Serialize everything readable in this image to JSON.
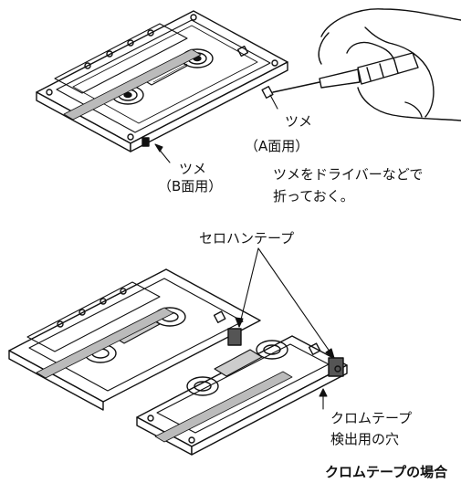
{
  "labels": {
    "tab_top": "ツメ",
    "tab_top_side": "（A面用）",
    "tab_left": "ツメ",
    "tab_left_side": "（B面用）",
    "instruction_line1": "ツメをドライバーなどで",
    "instruction_line2": "折っておく。",
    "cellophane_tape": "セロハンテープ",
    "chrome_line1": "クロムテープ",
    "chrome_line2": "検出用の穴",
    "caption": "クロムテープの場合"
  }
}
